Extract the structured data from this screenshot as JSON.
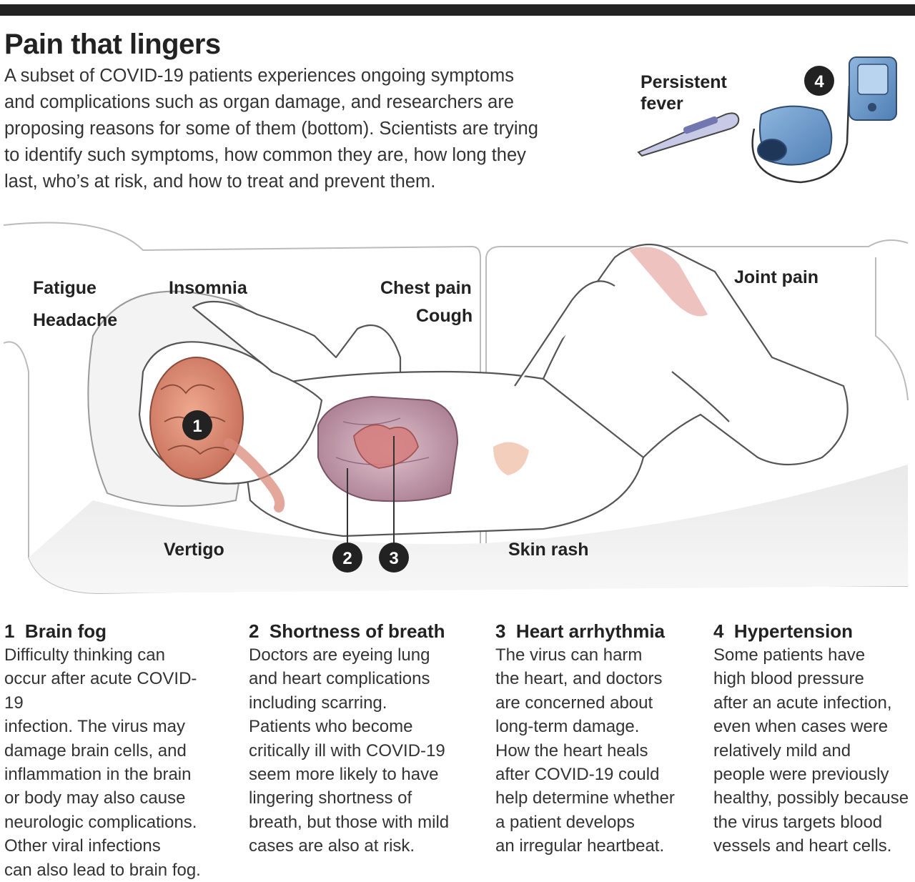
{
  "title": "Pain that lingers",
  "intro": "A subset of COVID-19 patients experiences ongoing symptoms and complications such as organ damage, and researchers are proposing reasons for some of them (bottom). Scientists are trying to identify such symptoms, how common they are, how long they last, who’s at risk, and how to treat and prevent them.",
  "symptoms": {
    "fatigue": "Fatigue",
    "headache": "Headache",
    "insomnia": "Insomnia",
    "chest_pain": "Chest pain",
    "cough": "Cough",
    "joint_pain": "Joint pain",
    "vertigo": "Vertigo",
    "skin_rash": "Skin rash",
    "persistent": "Persistent",
    "fever": "fever"
  },
  "markers": {
    "m1": "1",
    "m2": "2",
    "m3": "3",
    "m4": "4"
  },
  "icons": [
    "brain-icon",
    "lungs-icon",
    "heart-icon",
    "thermometer-icon",
    "blood-pressure-monitor-icon"
  ],
  "colors": {
    "text": "#222222",
    "bar": "#222222",
    "brain": "#e0907a",
    "lungs": "#c99aa8",
    "monitor": "#6e9bcc"
  },
  "explanations": [
    {
      "num": "1",
      "title": "Brain fog",
      "text": "Difficulty thinking can\noccur after acute COVID-19\ninfection. The virus may\ndamage brain cells, and\ninflammation in the brain\nor body may also cause\nneurologic complications.\nOther viral infections\ncan also lead to brain fog."
    },
    {
      "num": "2",
      "title": "Shortness of breath",
      "text": "Doctors are eyeing lung\nand heart complications\nincluding scarring.\nPatients who become\ncritically ill with COVID-19\nseem more likely to have\nlingering shortness of\nbreath, but those with mild\ncases are also at risk."
    },
    {
      "num": "3",
      "title": "Heart arrhythmia",
      "text": "The virus can harm\nthe heart, and doctors\nare concerned about\nlong-term damage.\nHow the heart heals\nafter COVID-19 could\nhelp determine whether\na patient develops\nan irregular heartbeat."
    },
    {
      "num": "4",
      "title": "Hypertension",
      "text": "Some patients have\nhigh blood pressure\nafter an acute infection,\neven when cases were\nrelatively mild and\npeople were previously\nhealthy, possibly because\nthe virus targets blood\nvessels and heart cells."
    }
  ]
}
